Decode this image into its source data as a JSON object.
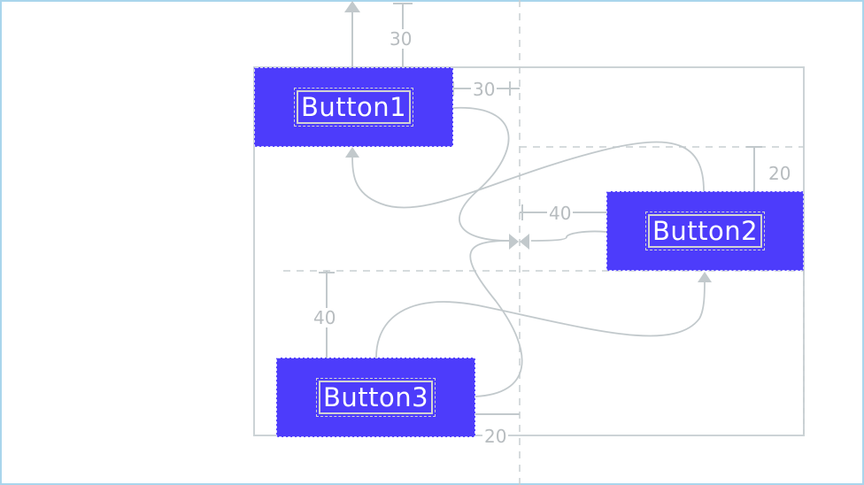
{
  "buttons": {
    "button1": {
      "label": "Button1"
    },
    "button2": {
      "label": "Button2"
    },
    "button3": {
      "label": "Button3"
    }
  },
  "dimensions": {
    "button1_top": "30",
    "button1_end": "30",
    "button2_top": "20",
    "button2_start": "40",
    "button3_top": "40",
    "button3_bottom": "20"
  },
  "colors": {
    "button_fill": "#4d3cfb",
    "constraint_line": "#c2c9cc",
    "frame_border": "#a9d5ec"
  }
}
